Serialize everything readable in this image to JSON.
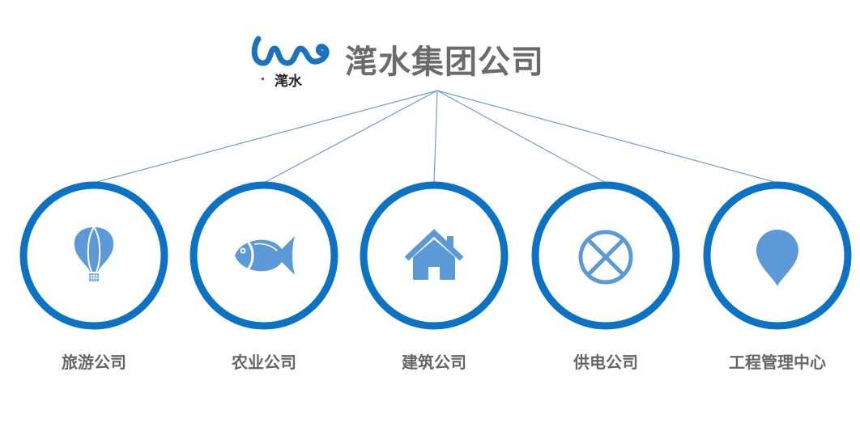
{
  "header": {
    "company_name": "滗水集团公司",
    "logo_text": "滗水"
  },
  "colors": {
    "ring": "#0c72c4",
    "icon": "#5b9ad6",
    "line": "#6a9fd0",
    "title": "#6b6b6b",
    "label": "#666666"
  },
  "nodes": [
    {
      "label": "旅游公司",
      "icon": "hot-air-balloon-icon"
    },
    {
      "label": "农业公司",
      "icon": "fish-icon"
    },
    {
      "label": "建筑公司",
      "icon": "house-icon"
    },
    {
      "label": "供电公司",
      "icon": "circle-x-icon"
    },
    {
      "label": "工程管理中心",
      "icon": "map-pin-icon"
    }
  ]
}
